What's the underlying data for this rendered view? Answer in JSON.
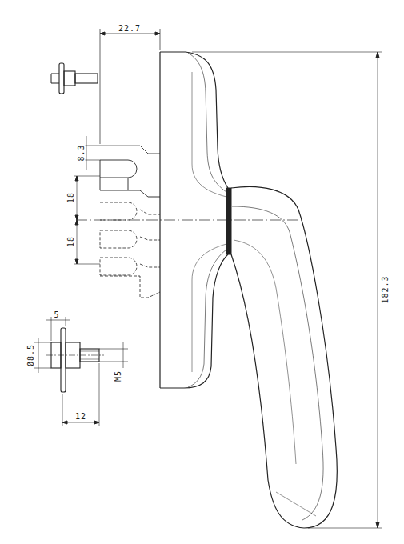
{
  "diagram": {
    "labels": [
      "22.7",
      "8.3",
      "18",
      "18",
      "182.3",
      "5",
      "Ø8.5",
      "M5",
      "12"
    ]
  }
}
